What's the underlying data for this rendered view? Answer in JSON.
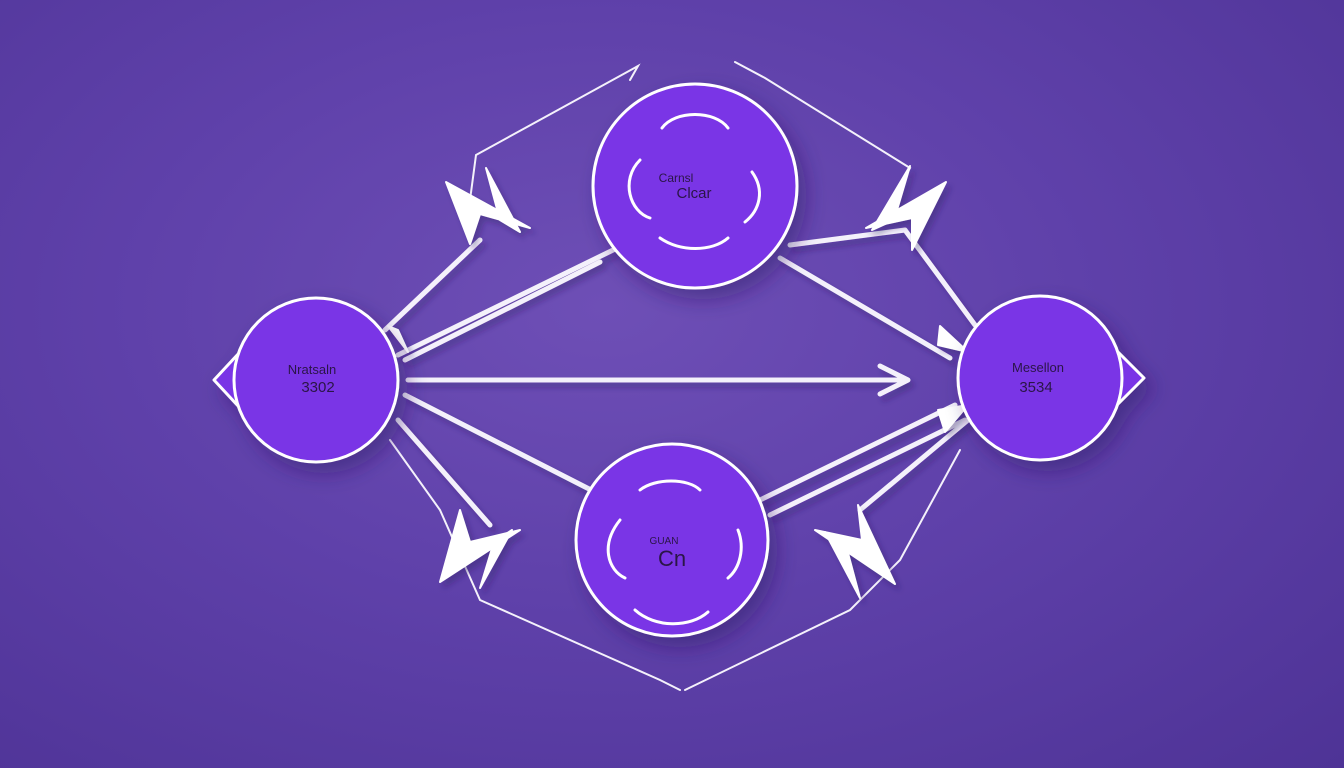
{
  "colors": {
    "background": "#5f41aa",
    "node_fill": "#7a35e6",
    "node_border": "#ffffff",
    "connector": "#f4f1fb",
    "label": "#2b1547"
  },
  "nodes": {
    "top": {
      "line1": "Carnsl",
      "line2": "Clcar"
    },
    "left": {
      "line1": "Nratsaln",
      "line2": "3302"
    },
    "right": {
      "line1": "Mesellon",
      "line2": "3534"
    },
    "bottom": {
      "line1": "GUAN",
      "line2": "Cn"
    }
  }
}
